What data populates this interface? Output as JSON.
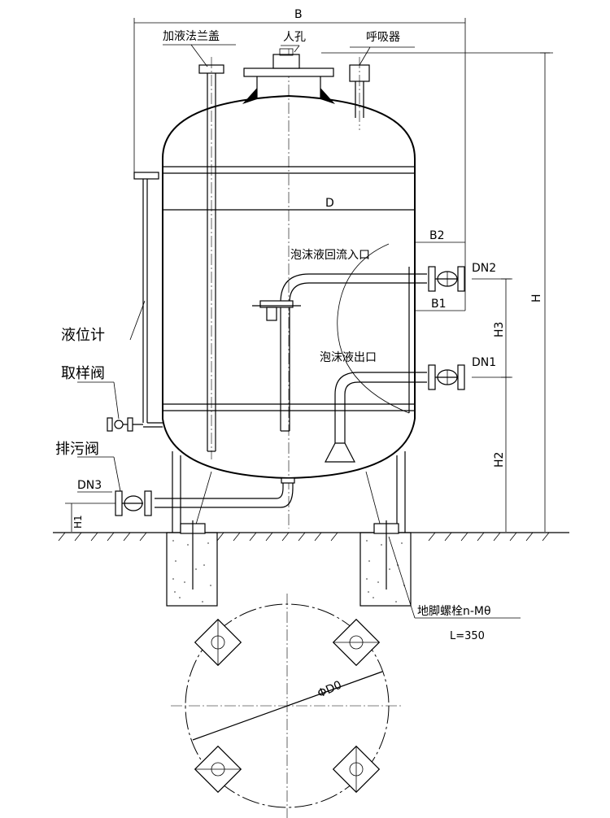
{
  "labels": {
    "flange_cover": "加液法兰盖",
    "manhole": "人孔",
    "breather": "呼吸器",
    "dim_b": "B",
    "dim_d": "D",
    "dim_b2": "B2",
    "dim_b1": "B1",
    "return_inlet": "泡沫液回流入口",
    "outlet": "泡沫液出口",
    "dn2": "DN2",
    "dn1": "DN1",
    "dn3": "DN3",
    "dim_h": "H",
    "dim_h3": "H3",
    "dim_h2": "H2",
    "dim_h1": "H1",
    "level_gauge": "液位计",
    "sample_valve": "取样阀",
    "drain_valve": "排污阀",
    "anchor_bolt": "地脚螺栓n-Mθ",
    "bolt_length": "L=350",
    "bolt_circle": "ΦD0"
  }
}
